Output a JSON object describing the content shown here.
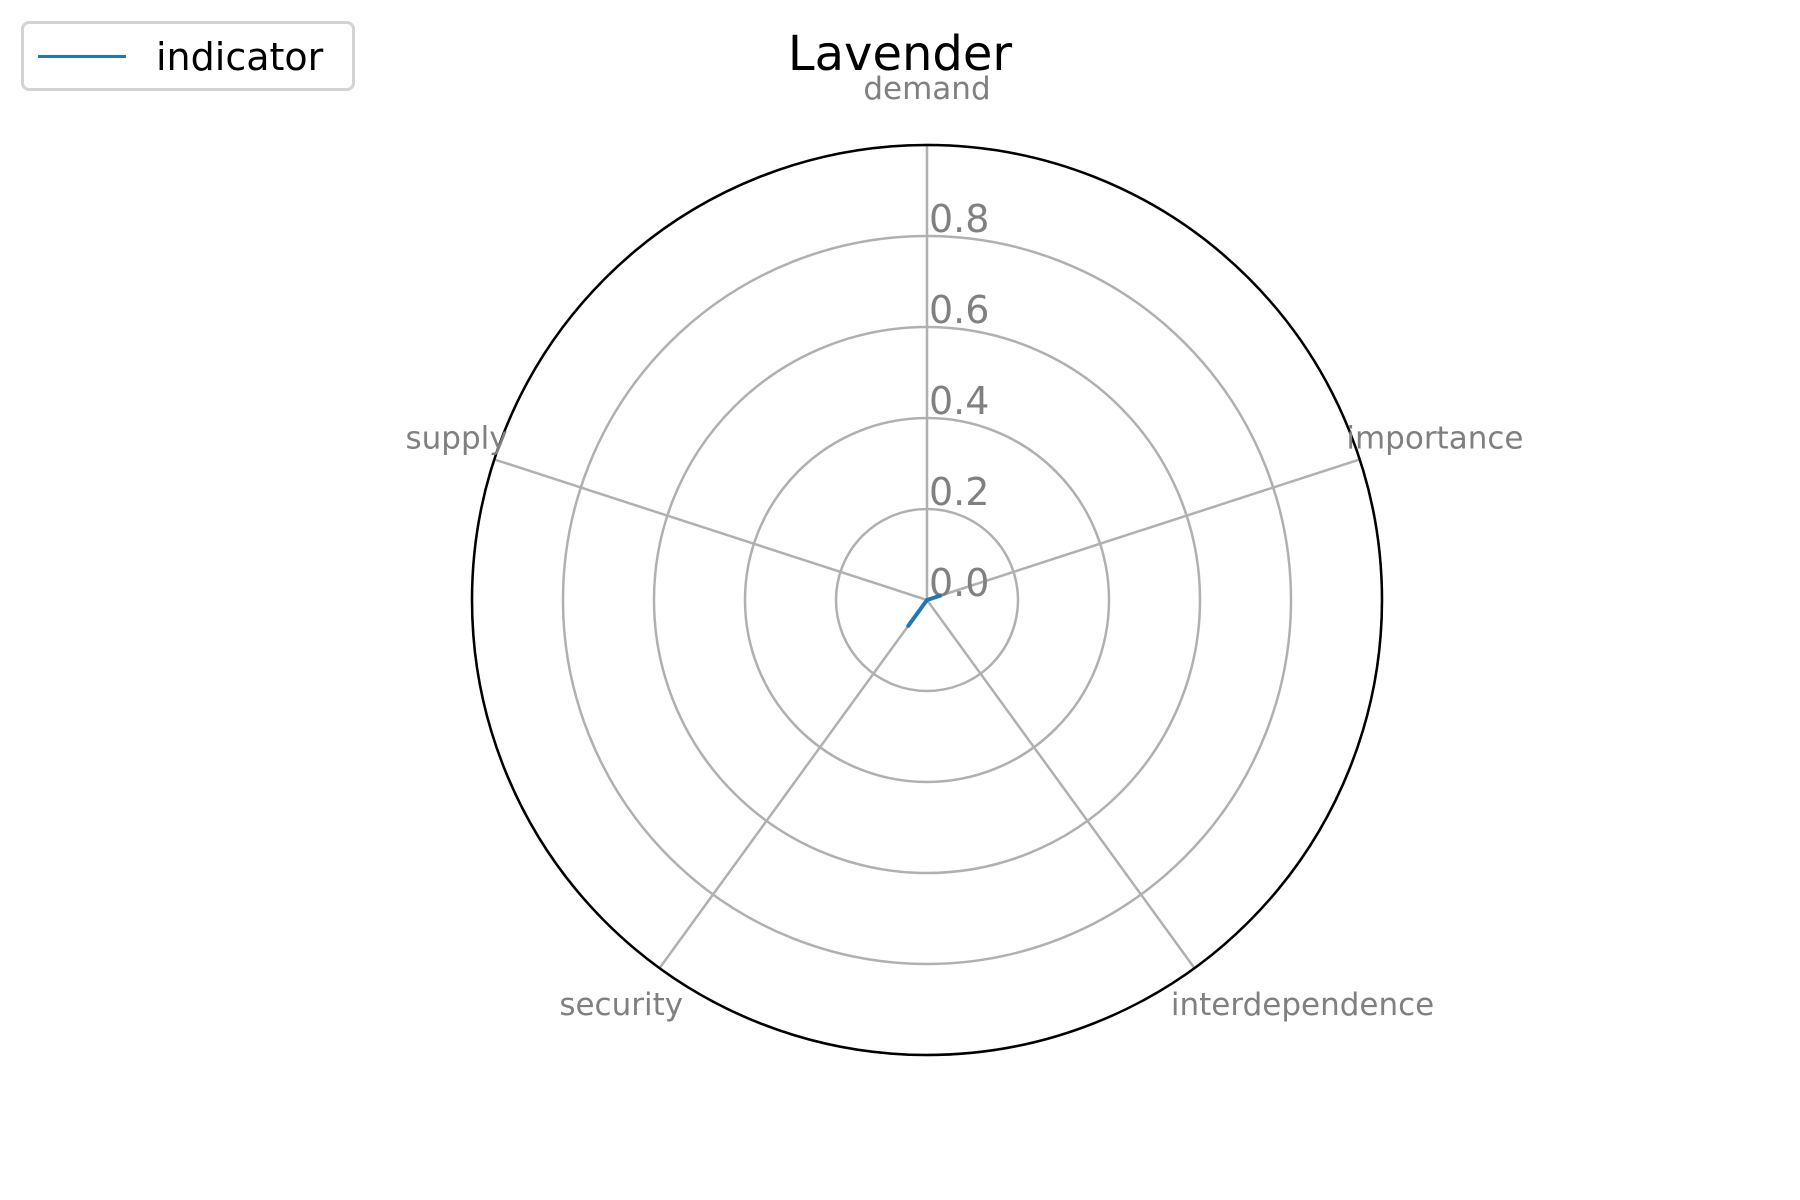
{
  "chart_data": {
    "type": "radar",
    "title": "Lavender",
    "categories": [
      "demand",
      "importance",
      "interdependence",
      "security",
      "supply"
    ],
    "series": [
      {
        "name": "indicator",
        "values": [
          0.0,
          0.03,
          0.0,
          0.07,
          0.0
        ]
      }
    ],
    "rlim": [
      0,
      1.0
    ],
    "radial_ticks": [
      0.0,
      0.2,
      0.4,
      0.6,
      0.8
    ],
    "radial_tick_labels": [
      "0.0",
      "0.2",
      "0.4",
      "0.6",
      "0.8"
    ],
    "grid": true,
    "legend_position": "top-left",
    "colors": {
      "series": "#1f77b4",
      "grid": "#b0b0b0",
      "labels": "#808080",
      "frame": "#000000"
    }
  }
}
